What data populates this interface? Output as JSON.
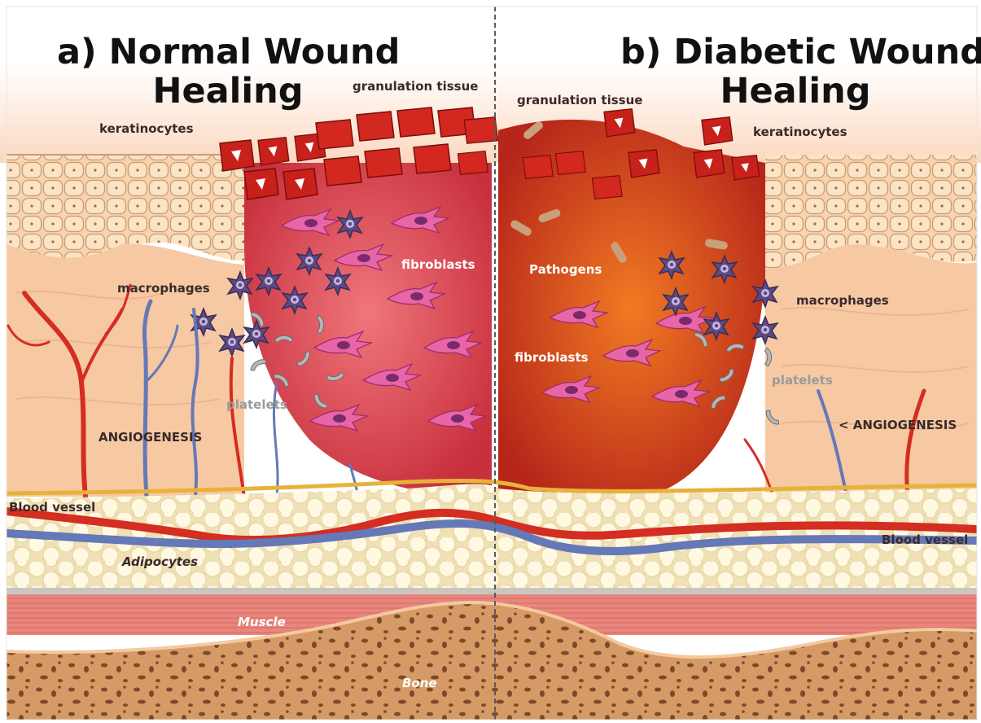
{
  "panel_a": {
    "title_line1": "a) Normal Wound",
    "title_line2": "Healing",
    "granulation": "granulation tissue",
    "keratinocytes": "keratinocytes",
    "fibroblasts": "fibroblasts",
    "macrophages": "macrophages",
    "platelets": "platelets",
    "angiogenesis": "ANGIOGENESIS",
    "blood_vessel": "Blood vessel",
    "adipocytes": "Adipocytes",
    "muscle": "Muscle",
    "bone": "Bone"
  },
  "panel_b": {
    "title_line1": "b) Diabetic Wound",
    "title_line2": "Healing",
    "granulation": "granulation tissue",
    "keratinocytes": "keratinocytes",
    "pathogens": "Pathogens",
    "fibroblasts": "fibroblasts",
    "macrophages": "macrophages",
    "platelets": "platelets",
    "angiogenesis": "< ANGIOGENESIS",
    "blood_vessel": "Blood vessel"
  },
  "colors": {
    "skin_top": "#fde1cc",
    "dermis": "#f6c8a1",
    "normal_wound": "#d8404d",
    "diabetic_wound": "#e0541d",
    "fat": "#fbf1d2",
    "muscle": "#e88a80",
    "bone": "#d5905b",
    "artery": "#d42d22",
    "vein": "#6578b8",
    "macrophage": "#5a4a7a",
    "fibroblast": "#e75aa3"
  }
}
